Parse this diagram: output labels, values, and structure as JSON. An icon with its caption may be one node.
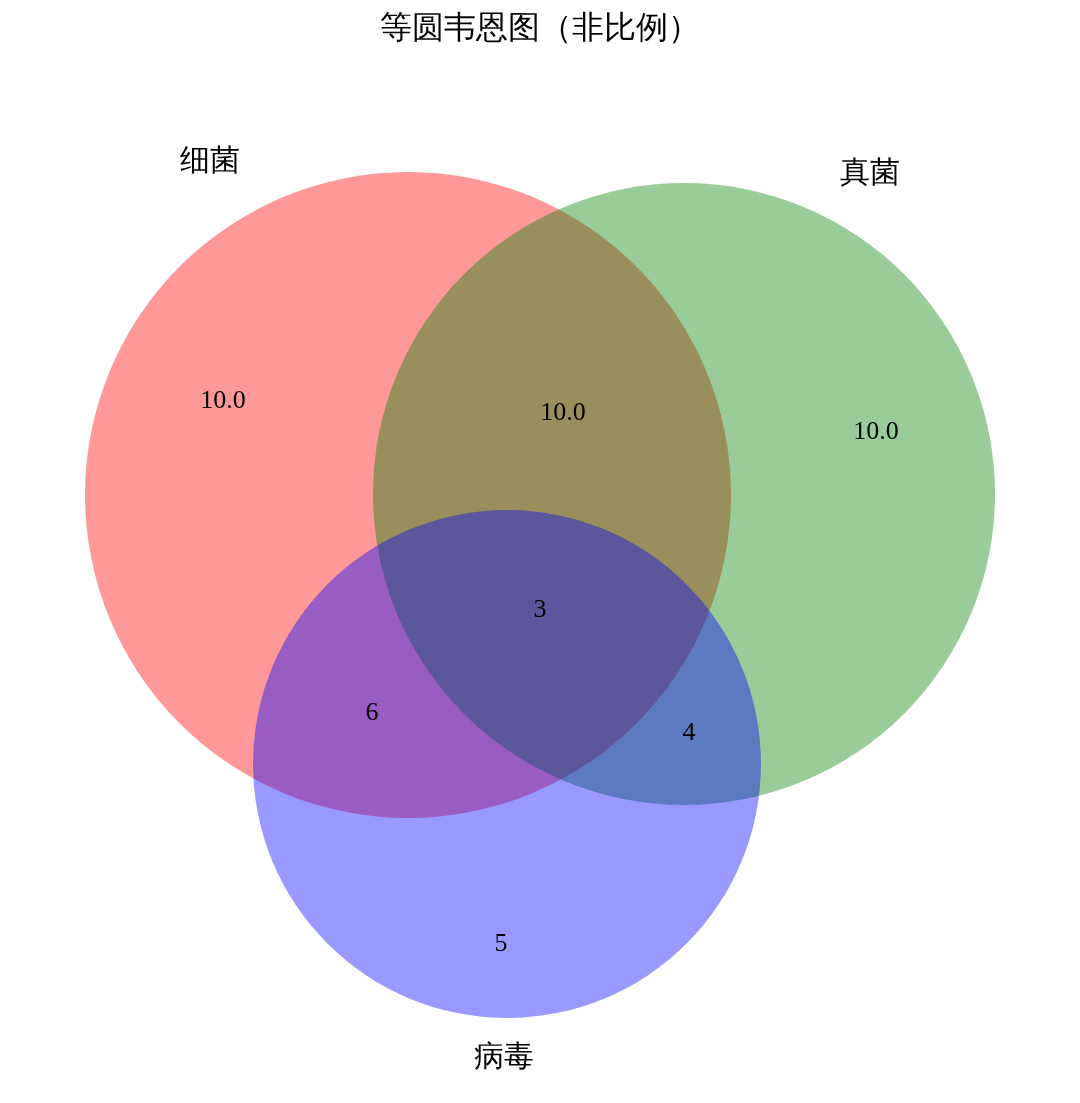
{
  "diagram": {
    "title": "等圆韦恩图（非比例）",
    "nodes": [
      {
        "text": [
          "细菌"
        ]
      },
      {
        "text": [
          "真菌"
        ]
      },
      {
        "text": [
          "病毒"
        ]
      }
    ],
    "labels": [
      "10.0",
      "10.0",
      "10.0",
      "3",
      "6",
      "4",
      "5"
    ]
  }
}
